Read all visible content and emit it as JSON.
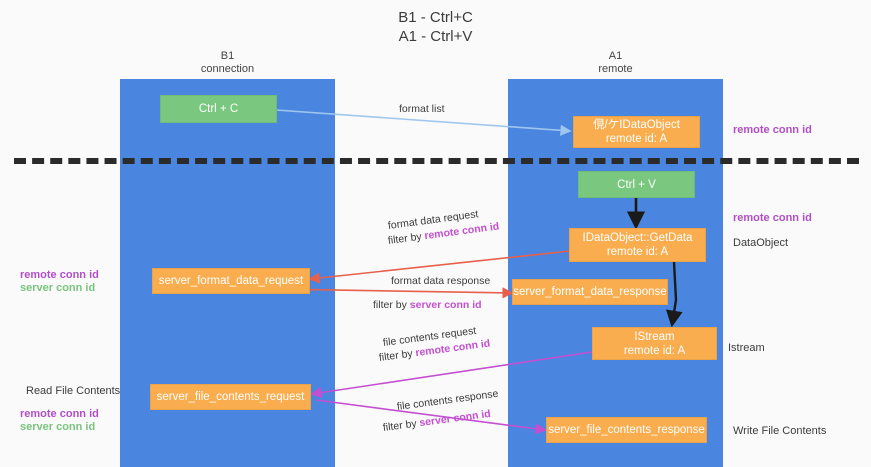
{
  "title": {
    "line1": "B1 - Ctrl+C",
    "line2": "A1 - Ctrl+V"
  },
  "lanes": [
    {
      "name": "B1",
      "sub": "connection"
    },
    {
      "name": "A1",
      "sub": "remote"
    }
  ],
  "nodes": {
    "ctrl_c": "Ctrl + C",
    "ctrl_v": "Ctrl + V",
    "idataobject_title": "俔/ケIDataObject",
    "idataobject_sub": "remote id: A",
    "getdata_title": "IDataObject::GetData",
    "getdata_sub": "remote id: A",
    "istream_title": "IStream",
    "istream_sub": "remote id: A",
    "server_format_data_request": "server_format_data_request",
    "server_format_data_response": "server_format_data_response",
    "server_file_contents_request": "server_file_contents_request",
    "server_file_contents_response": "server_file_contents_response"
  },
  "edges": {
    "format_list": "format list",
    "format_data_request": "format data request",
    "format_data_request_filter_prefix": "filter by ",
    "format_data_request_filter_key": "remote conn id",
    "format_data_response": "format data response",
    "format_data_response_filter_prefix": "filter by ",
    "format_data_response_filter_key": "server conn id",
    "file_contents_request": "file contents request",
    "file_contents_request_filter_prefix": "filter by ",
    "file_contents_request_filter_key": "remote conn id",
    "file_contents_response": "file contents response",
    "file_contents_response_filter_prefix": "filter by ",
    "file_contents_response_filter_key": "server conn id"
  },
  "side_labels": {
    "right_remote_conn_id_top": "remote conn id",
    "right_remote_conn_id_mid": "remote conn id",
    "right_dataobject": "DataObject",
    "right_istream": "Istream",
    "right_write_file_contents": "Write File Contents",
    "left_remote_conn_id": "remote conn id",
    "left_server_conn_id": "server conn id",
    "left_read_file_contents": "Read File Contents",
    "left_remote_conn_id_2": "remote conn id",
    "left_server_conn_id_2": "server conn id"
  },
  "colors": {
    "lane": "#4a86e0",
    "green_node": "#7ac77f",
    "orange_node": "#f9ad4e",
    "purple": "#b24fc8",
    "green_text": "#79c47f",
    "arrow_blue": "#9fc7ee",
    "arrow_red": "#e8604c",
    "arrow_magenta": "#c44fd0",
    "arrow_black": "#1a1a1a",
    "separator": "#2b2b2b"
  }
}
